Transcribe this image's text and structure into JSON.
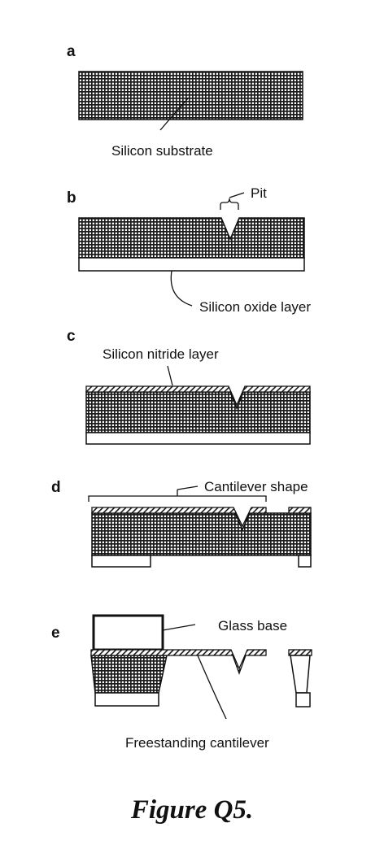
{
  "steps": {
    "a": {
      "letter": "a",
      "substrate_label": "Silicon substrate"
    },
    "b": {
      "letter": "b",
      "pit_label": "Pit",
      "oxide_label": "Silicon oxide layer"
    },
    "c": {
      "letter": "c",
      "nitride_label": "Silicon nitride layer"
    },
    "d": {
      "letter": "d",
      "shape_label": "Cantilever shape"
    },
    "e": {
      "letter": "e",
      "glass_label": "Glass base",
      "cantilever_label": "Freestanding cantilever"
    }
  },
  "caption": "Figure Q5."
}
